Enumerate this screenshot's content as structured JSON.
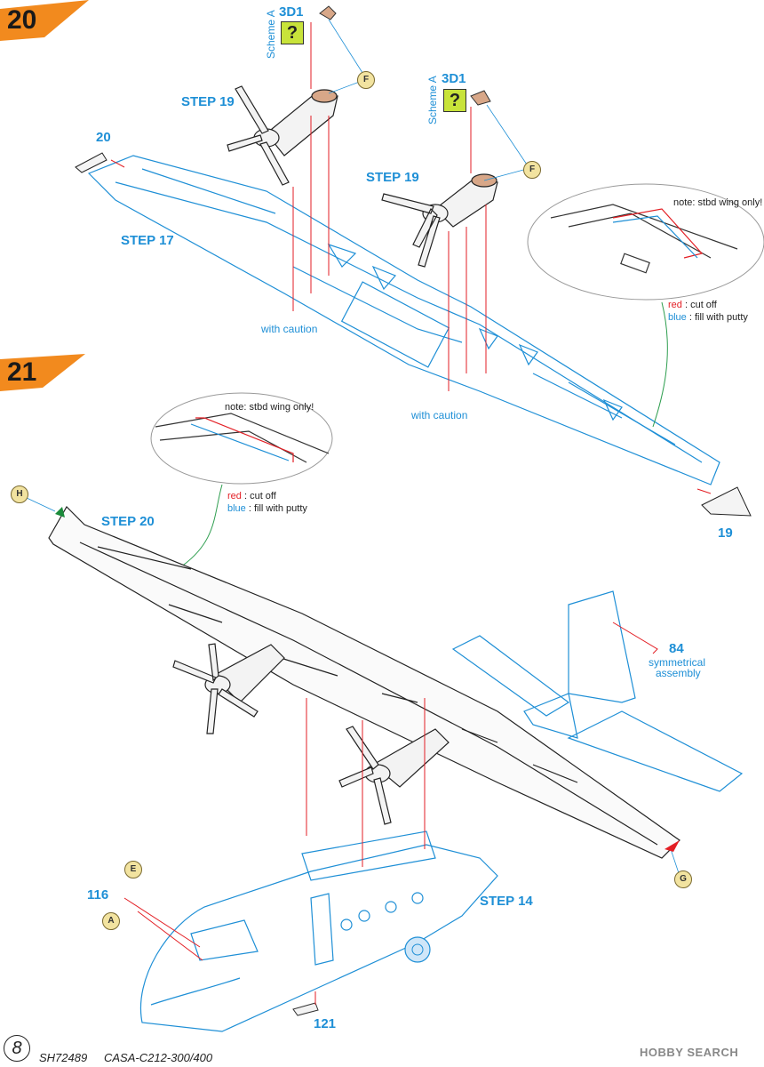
{
  "page": {
    "number": "8",
    "kit_code": "SH72489",
    "kit_name": "CASA-C212-300/400",
    "watermark": "HOBBY SEARCH"
  },
  "steps": {
    "twenty": "20",
    "twenty_one": "21"
  },
  "labels": {
    "step17": "STEP 17",
    "step19_left": "STEP 19",
    "step19_right": "STEP 19",
    "step20": "STEP 20",
    "step14": "STEP 14",
    "with_caution": "with caution",
    "scheme_a": "Scheme A",
    "part_3d1": "3D1",
    "question": "?",
    "part_20": "20",
    "part_19": "19",
    "part_84": "84",
    "symmetrical_line1": "symmetrical",
    "symmetrical_line2": "assembly",
    "part_116": "116",
    "part_121": "121"
  },
  "notes": {
    "stbd_wing_only": "note: stbd wing only!",
    "red_word": "red",
    "red_text": " : cut off",
    "blue_word": "blue",
    "blue_text": " : fill with putty"
  },
  "paint_marks": {
    "F": "F",
    "H": "H",
    "E": "E",
    "A": "A",
    "G": "G"
  },
  "colors": {
    "outline_blue": "#1e8fd6",
    "cut_red": "#e31e24",
    "step_orange": "#f28a1e",
    "question_green": "#c8e33a",
    "leader_green": "#2e9e4f"
  }
}
